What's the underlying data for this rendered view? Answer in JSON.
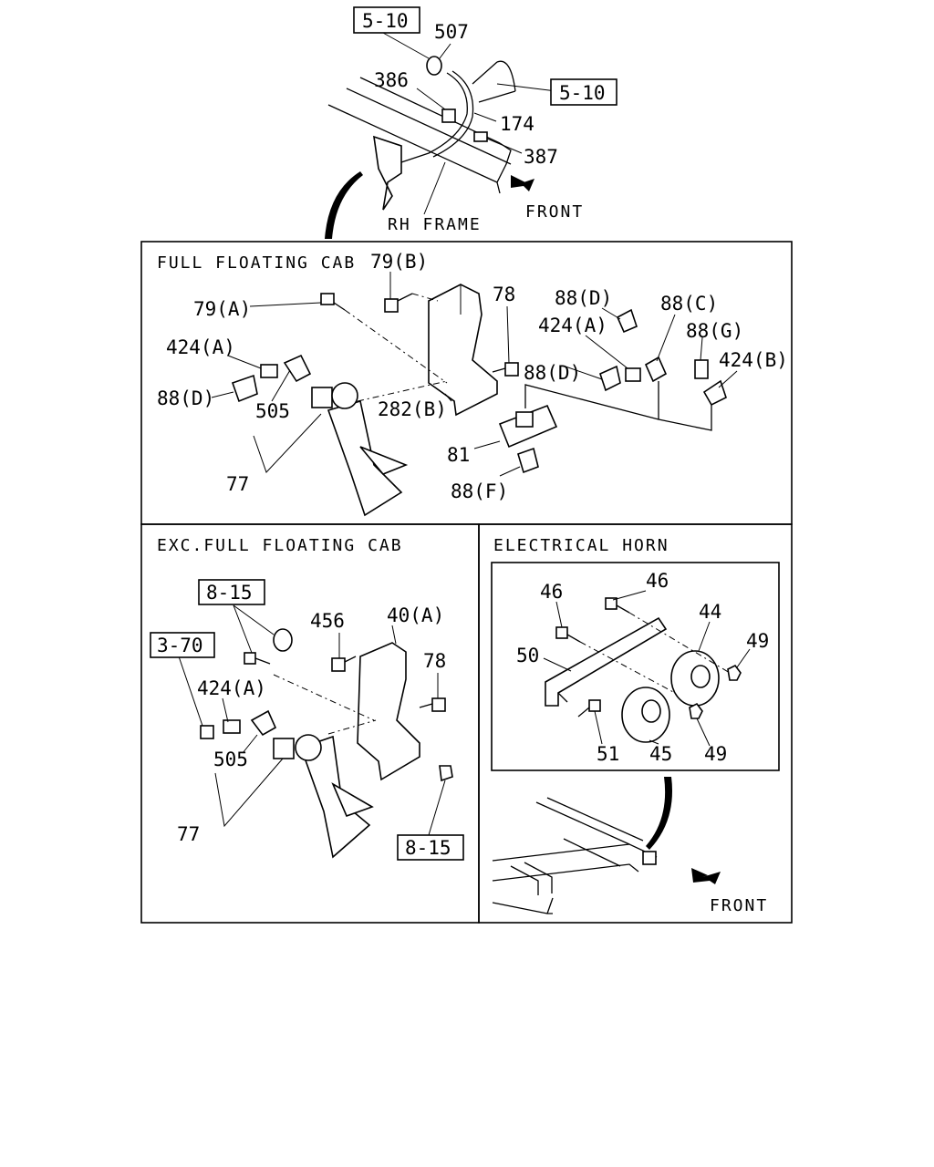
{
  "top": {
    "ref_box_1": "5-10",
    "ref_box_2": "5-10",
    "labels": [
      "507",
      "386",
      "174",
      "387"
    ],
    "frame_label": "RH FRAME",
    "front_label": "FRONT"
  },
  "full_floating": {
    "title": "FULL FLOATING CAB",
    "labels": {
      "l79b": "79(B)",
      "l79a": "79(A)",
      "l78": "78",
      "l88d_1": "88(D)",
      "l88c": "88(C)",
      "l424a_1": "424(A)",
      "l88g": "88(G)",
      "l88d_2": "88(D)",
      "l424b": "424(B)",
      "l424a_2": "424(A)",
      "l88d_3": "88(D)",
      "l505": "505",
      "l282b": "282(B)",
      "l81": "81",
      "l77": "77",
      "l88f": "88(F)"
    }
  },
  "exc_full": {
    "title": "EXC.FULL FLOATING CAB",
    "ref_box_1": "8-15",
    "ref_box_2": "3-70",
    "ref_box_3": "8-15",
    "labels": {
      "l456": "456",
      "l40a": "40(A)",
      "l78": "78",
      "l424a": "424(A)",
      "l505": "505",
      "l77": "77"
    }
  },
  "electrical": {
    "title": "ELECTRICAL HORN",
    "labels": {
      "l46a": "46",
      "l46b": "46",
      "l44": "44",
      "l49a": "49",
      "l50": "50",
      "l51": "51",
      "l45": "45",
      "l49b": "49"
    },
    "front_label": "FRONT"
  }
}
